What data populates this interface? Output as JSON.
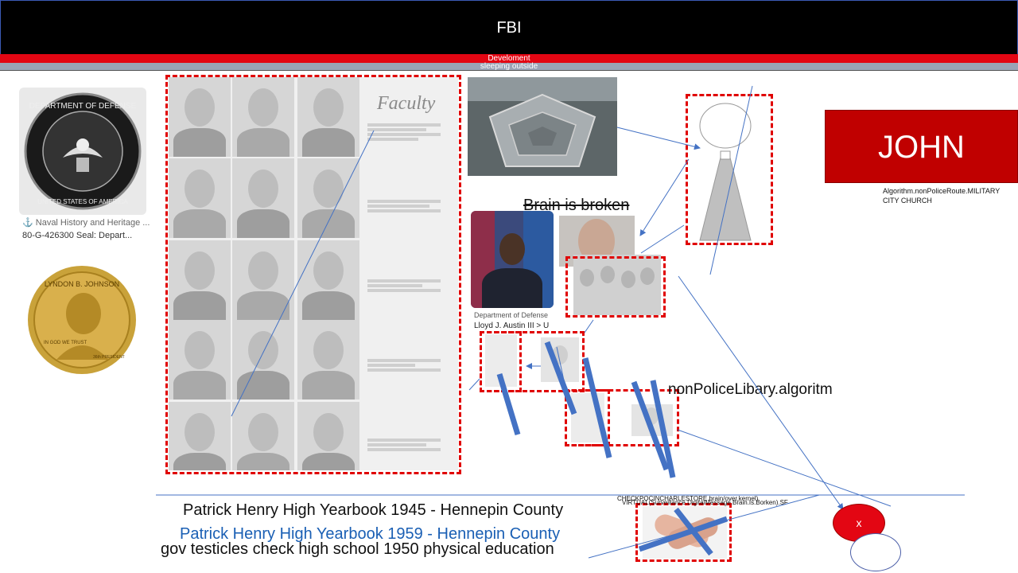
{
  "header": {
    "title": "FBI",
    "subtitle_line1": "Develoment",
    "subtitle_line2": "sleeping outside"
  },
  "left_panel": {
    "seal_caption_source": "⚓ Naval History and Heritage ...",
    "seal_caption_title": "80-G-426300 Seal: Depart...",
    "seal_text_top": "DEPARTMENT OF DEFENSE",
    "seal_text_bottom": "UNITED STATES OF AMERICA",
    "coin_text_top": "LYNDON B. JOHNSON",
    "coin_text_motto": "IN GOD WE TRUST",
    "coin_text_president": "36th PRESIDENT"
  },
  "yearbook": {
    "heading": "Faculty"
  },
  "labels": {
    "brain_is_broken": "Brain is broken",
    "dod_caption_source": "Department of Defense",
    "dod_caption_name": "Lloyd J. Austin III > U",
    "john": "JOHN",
    "algorithm_line1": "Algorithm.nonPoliceRoute.MILITARY",
    "algorithm_line2": "CITY CHURCH",
    "nonpolice": "nonPoliceLibary.algoritm",
    "check_line1": "CHECKPOCINCHARLESTORE.brain/over.kernel)",
    "check_line2": "VIRTUAL(Surveillance.DigitalMessage.Brain.Is.Borken).SF",
    "yearbook_1945": "Patrick Henry High Yearbook 1945 - Hennepin County",
    "yearbook_1959": "Patrick Henry High Yearbook 1959 - Hennepin County",
    "gov_line": "gov testicles check high school 1950 physical education",
    "x_label": "x"
  },
  "colors": {
    "accent_red": "#e30613",
    "dash_red": "#e00000",
    "link_blue": "#1a5fb4",
    "line_blue": "#4472c4",
    "john_bg": "#c00000"
  }
}
